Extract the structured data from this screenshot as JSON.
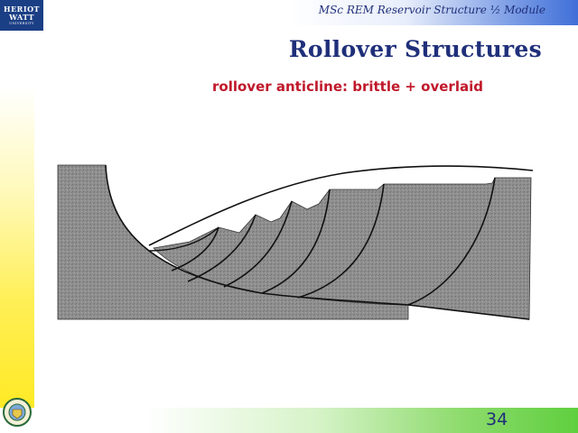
{
  "header": {
    "module_title": "MSc REM Reservoir Structure ½ Module",
    "logo": {
      "line1": "HERIOT",
      "line2": "WATT",
      "line3": "UNIVERSITY"
    }
  },
  "slide": {
    "title": "Rollover Structures",
    "subtitle": "rollover anticline: brittle + overlaid",
    "page_number": "34"
  },
  "diagram": {
    "fill_color": "#8f8f8f",
    "line_color": "#111111"
  }
}
